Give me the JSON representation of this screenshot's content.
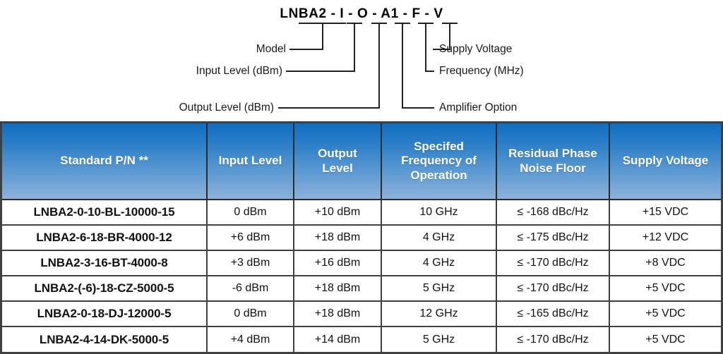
{
  "diagram": {
    "part_number_code": "LNBA2 - I - O - A1 - F - V",
    "callouts": [
      {
        "key": "model",
        "label": "Model",
        "side": "left"
      },
      {
        "key": "input_level",
        "label": "Input Level (dBm)",
        "side": "left"
      },
      {
        "key": "output_level",
        "label": "Output Level (dBm)",
        "side": "left"
      },
      {
        "key": "supply_voltage",
        "label": "Supply Voltage",
        "side": "right"
      },
      {
        "key": "frequency",
        "label": "Frequency (MHz)",
        "side": "right"
      },
      {
        "key": "amplifier",
        "label": "Amplifier Option",
        "side": "right"
      }
    ]
  },
  "table": {
    "headers": [
      "Standard P/N **",
      "Input Level",
      "Output\nLevel",
      "Specifed\nFrequency of\nOperation",
      "Residual Phase\nNoise Floor",
      "Supply Voltage"
    ],
    "rows": [
      {
        "part_number": "LNBA2-0-10-BL-10000-15",
        "input_level": "0 dBm",
        "output_level": "+10 dBm",
        "frequency": "10 GHz",
        "noise_floor": "≤ -168 dBc/Hz",
        "supply_voltage": "+15 VDC"
      },
      {
        "part_number": "LNBA2-6-18-BR-4000-12",
        "input_level": "+6 dBm",
        "output_level": "+18 dBm",
        "frequency": "4 GHz",
        "noise_floor": "≤ -175 dBc/Hz",
        "supply_voltage": "+12 VDC"
      },
      {
        "part_number": "LNBA2-3-16-BT-4000-8",
        "input_level": "+3 dBm",
        "output_level": "+16 dBm",
        "frequency": "4 GHz",
        "noise_floor": "≤ -170 dBc/Hz",
        "supply_voltage": "+8 VDC"
      },
      {
        "part_number": "LNBA2-(-6)-18-CZ-5000-5",
        "input_level": "-6 dBm",
        "output_level": "+18 dBm",
        "frequency": "5 GHz",
        "noise_floor": "≤ -170 dBc/Hz",
        "supply_voltage": "+5 VDC"
      },
      {
        "part_number": "LNBA2-0-18-DJ-12000-5",
        "input_level": "0 dBm",
        "output_level": "+18 dBm",
        "frequency": "12 GHz",
        "noise_floor": "≤ -165 dBc/Hz",
        "supply_voltage": "+5 VDC"
      },
      {
        "part_number": "LNBA2-4-14-DK-5000-5",
        "input_level": "+4 dBm",
        "output_level": "+14 dBm",
        "frequency": "5 GHz",
        "noise_floor": "≤ -170 dBc/Hz",
        "supply_voltage": "+5 VDC"
      }
    ]
  },
  "colors": {
    "header_gradient_top": "#0e6ec0",
    "header_gradient_bottom": "#8cb2da",
    "border": "#3f3f3f",
    "text": "#111111",
    "header_text": "#ffffff"
  }
}
